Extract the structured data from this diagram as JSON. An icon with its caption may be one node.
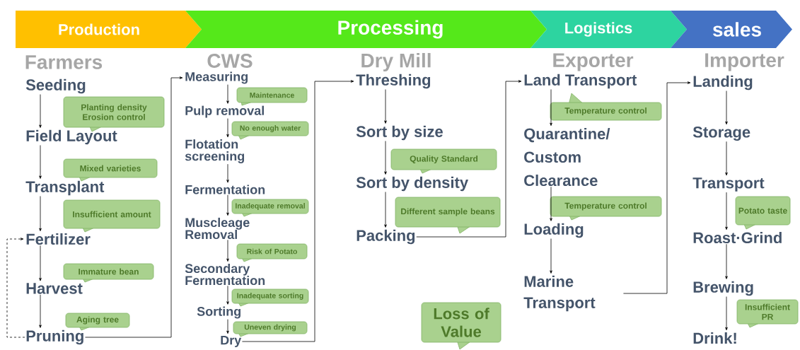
{
  "diagram": {
    "nodes": [
      {
        "text": [
          "Production"
        ]
      },
      {
        "text": [
          "Processing"
        ]
      },
      {
        "text": [
          "Logistics"
        ]
      },
      {
        "text": [
          "sales"
        ]
      },
      {
        "text": [
          "Seeding"
        ]
      },
      {
        "text": [
          "Field Layout"
        ]
      },
      {
        "text": [
          "Transplant"
        ]
      },
      {
        "text": [
          "Fertilizer"
        ]
      },
      {
        "text": [
          "Harvest"
        ]
      },
      {
        "text": [
          "Pruning"
        ]
      },
      {
        "text": [
          "Measuring"
        ]
      },
      {
        "text": [
          "Pulp removal"
        ]
      },
      {
        "text": [
          "Flotation screening"
        ]
      },
      {
        "text": [
          "Fermentation"
        ]
      },
      {
        "text": [
          "Muscleage Removal"
        ]
      },
      {
        "text": [
          "Secondary Fermentation"
        ]
      },
      {
        "text": [
          "Sorting"
        ]
      },
      {
        "text": [
          "Dry"
        ]
      },
      {
        "text": [
          "Threshing"
        ]
      },
      {
        "text": [
          "Sort by size"
        ]
      },
      {
        "text": [
          "Sort by density"
        ]
      },
      {
        "text": [
          "Packing"
        ]
      },
      {
        "text": [
          "Land Transport"
        ]
      },
      {
        "text": [
          "Quarantine/ Custom Clearance"
        ]
      },
      {
        "text": [
          "Loading"
        ]
      },
      {
        "text": [
          "Marine Transport"
        ]
      },
      {
        "text": [
          "Landing"
        ]
      },
      {
        "text": [
          "Storage"
        ]
      },
      {
        "text": [
          "Transport"
        ]
      },
      {
        "text": [
          "Roast·Grind"
        ]
      },
      {
        "text": [
          "Brewing"
        ]
      },
      {
        "text": [
          "Drink!"
        ]
      },
      {
        "text": [
          "Planting density Erosion control"
        ]
      },
      {
        "text": [
          "Mixed varieties"
        ]
      },
      {
        "text": [
          "Insufficient amount"
        ]
      },
      {
        "text": [
          "Immature bean"
        ]
      },
      {
        "text": [
          "Aging tree"
        ]
      },
      {
        "text": [
          "Maintenance"
        ]
      },
      {
        "text": [
          "No enough water"
        ]
      },
      {
        "text": [
          "Inadequate removal"
        ]
      },
      {
        "text": [
          "Risk of Potato"
        ]
      },
      {
        "text": [
          "Inadequate sorting"
        ]
      },
      {
        "text": [
          "Uneven drying"
        ]
      },
      {
        "text": [
          "Quality Standard"
        ]
      },
      {
        "text": [
          "Different sample beans"
        ]
      },
      {
        "text": [
          "Temperature control"
        ]
      },
      {
        "text": [
          "Temperature control"
        ]
      },
      {
        "text": [
          "Potato taste"
        ]
      },
      {
        "text": [
          "Insufficient PR"
        ]
      },
      {
        "text": [
          "Loss of Value"
        ]
      }
    ],
    "edges": [
      {
        "from": 4,
        "to": 5,
        "arrow": "to"
      },
      {
        "from": 5,
        "to": 6,
        "arrow": "to"
      },
      {
        "from": 6,
        "to": 7,
        "arrow": "to"
      },
      {
        "from": 7,
        "to": 8,
        "arrow": "to"
      },
      {
        "from": 8,
        "to": 9,
        "arrow": "to"
      },
      {
        "from": 9,
        "to": 7,
        "arrow": "to",
        "style": "dashed"
      },
      {
        "from": 9,
        "to": 10,
        "arrow": "to"
      },
      {
        "from": 10,
        "to": 11,
        "arrow": "to"
      },
      {
        "from": 11,
        "to": 12,
        "arrow": "to"
      },
      {
        "from": 12,
        "to": 13,
        "arrow": "to"
      },
      {
        "from": 13,
        "to": 14,
        "arrow": "to"
      },
      {
        "from": 14,
        "to": 15,
        "arrow": "to"
      },
      {
        "from": 15,
        "to": 16,
        "arrow": "to"
      },
      {
        "from": 16,
        "to": 17,
        "arrow": "to"
      },
      {
        "from": 17,
        "to": 18,
        "arrow": "to"
      },
      {
        "from": 18,
        "to": 19,
        "arrow": "to"
      },
      {
        "from": 19,
        "to": 20,
        "arrow": "to"
      },
      {
        "from": 20,
        "to": 21,
        "arrow": "to"
      },
      {
        "from": 21,
        "to": 22,
        "arrow": "to"
      },
      {
        "from": 22,
        "to": 23,
        "arrow": "to"
      },
      {
        "from": 23,
        "to": 24,
        "arrow": "to"
      },
      {
        "from": 24,
        "to": 25,
        "arrow": "to"
      },
      {
        "from": 25,
        "to": 26,
        "arrow": "to"
      },
      {
        "from": 26,
        "to": 27,
        "arrow": "to"
      },
      {
        "from": 27,
        "to": 28,
        "arrow": "to"
      },
      {
        "from": 28,
        "to": 29,
        "arrow": "to"
      },
      {
        "from": 29,
        "to": 30,
        "arrow": "to"
      },
      {
        "from": 30,
        "to": 31,
        "arrow": "to"
      }
    ],
    "labels": [
      "Farmers",
      "CWS",
      "Dry Mill",
      "Exporter",
      "Importer"
    ]
  }
}
